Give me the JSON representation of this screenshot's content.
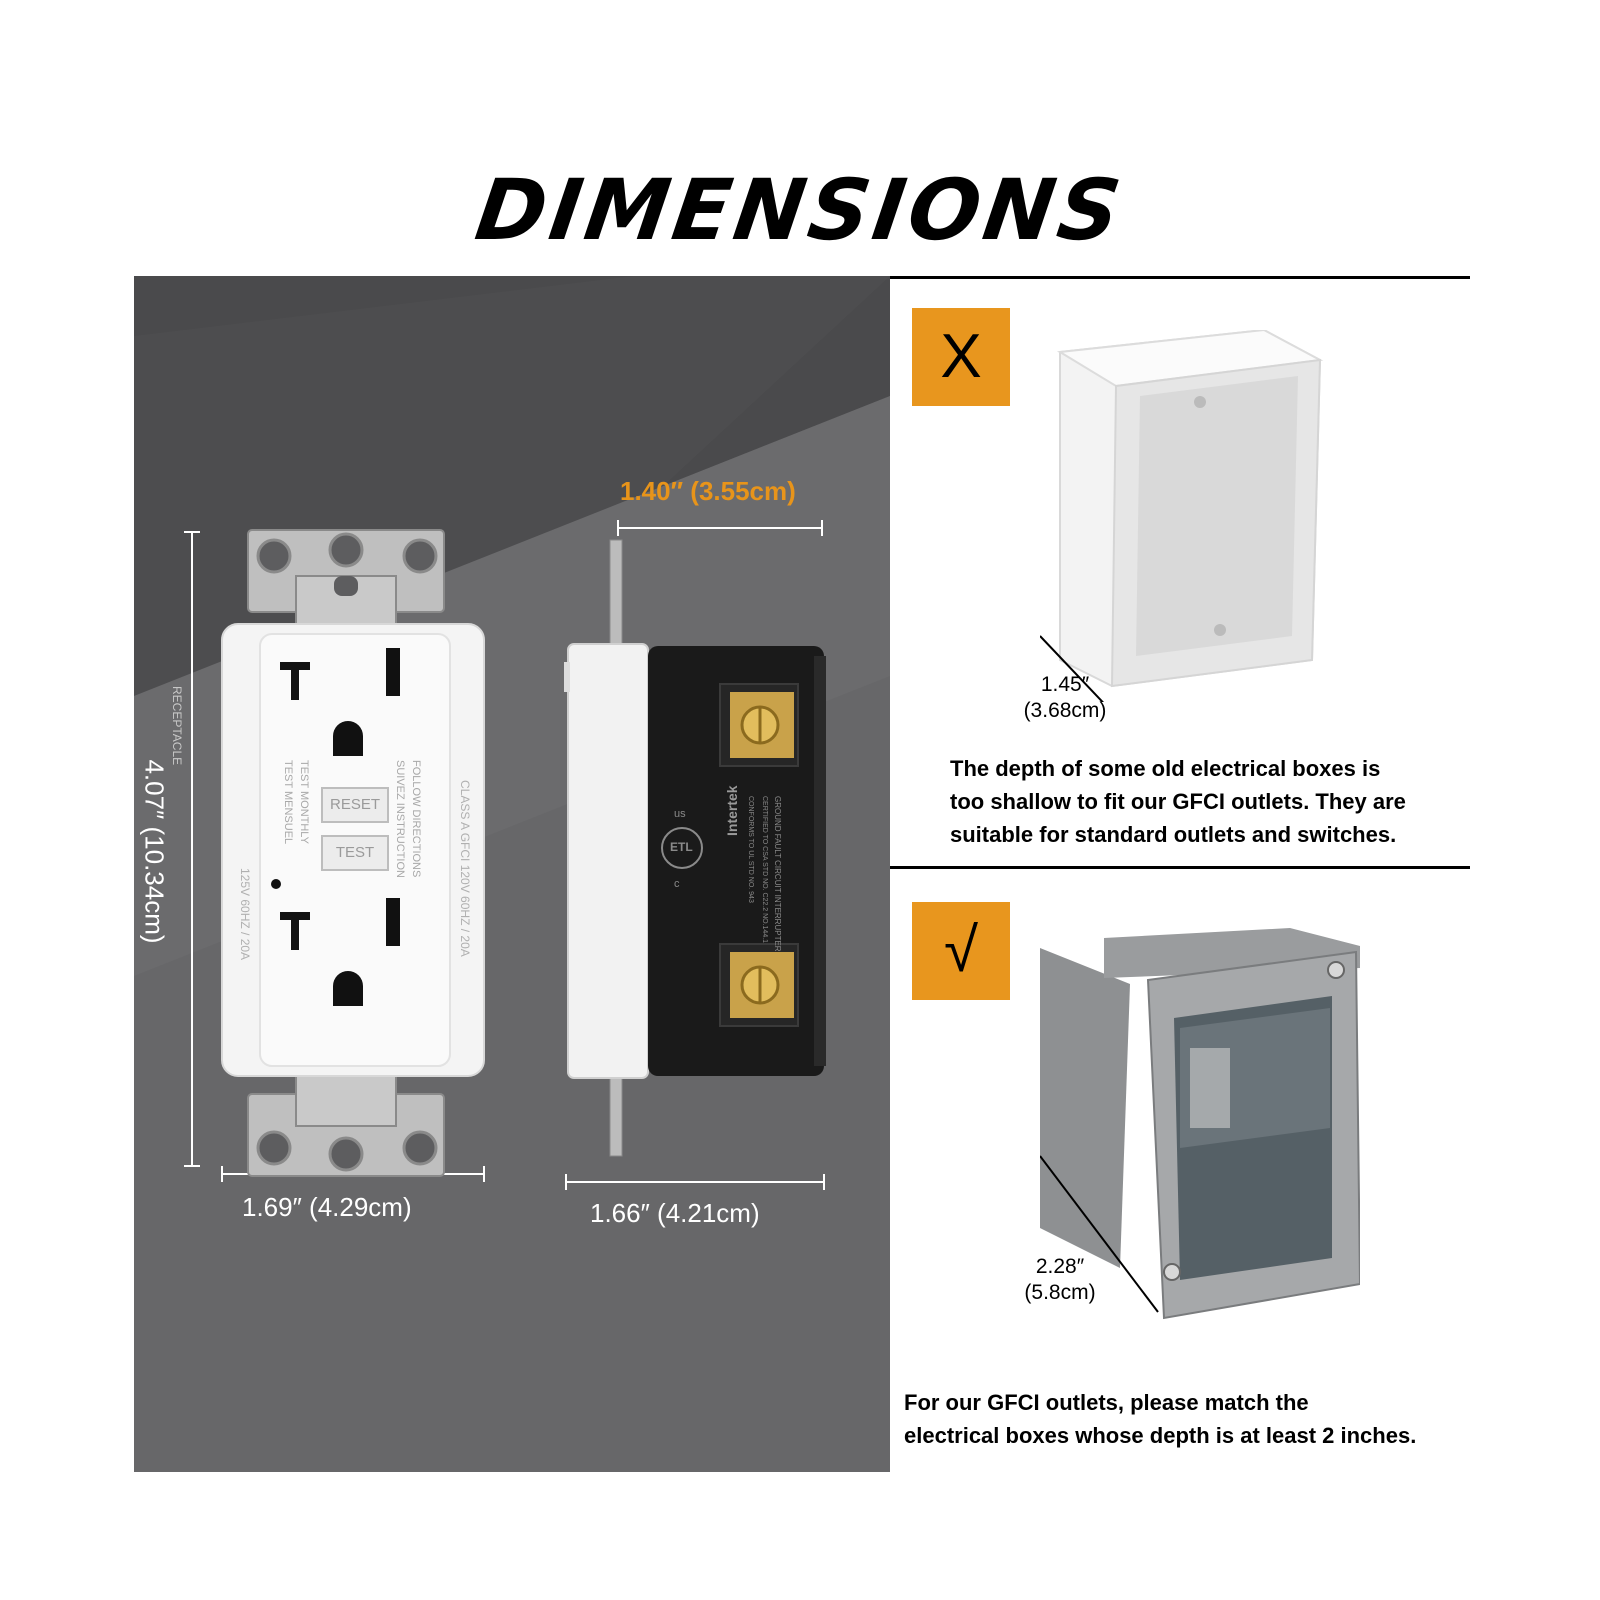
{
  "title": "DIMENSIONS",
  "left_panel": {
    "front_view": {
      "height_label": "4.07″ (10.34cm)",
      "width_label": "1.69″ (4.29cm)",
      "labels": {
        "receptacle": "RECEPTACLE",
        "reset": "RESET",
        "test": "TEST",
        "test_monthly": "TEST MONTHLY",
        "test_mensuel": "TEST MENSUEL",
        "follow_directions": "FOLLOW DIRECTIONS",
        "suivez_instruction": "SUIVEZ INSTRUCTION",
        "rating_left": "125V  60HZ / 20A",
        "rating_right": "CLASS A GFCI  120V  60HZ / 20A"
      }
    },
    "side_view": {
      "depth_label": "1.40″ (3.55cm)",
      "width_label": "1.66″ (4.21cm)",
      "labels": {
        "brand": "Intertek",
        "interrupter": "GROUND FAULT CIRCUIT INTERRUPTER",
        "cert1": "CERTIFIED TO CSA STD NO. C22.2 NO.144.1",
        "cert2": "CONFORMS TO UL STD NO. 943",
        "etl": "ETL",
        "c": "c",
        "us": "us"
      }
    }
  },
  "right_panel": {
    "bad_box": {
      "mark": "X",
      "depth_value": "1.45″",
      "depth_metric": "(3.68cm)",
      "lines": [
        "The depth of some old electrical boxes is",
        "too shallow to fit our GFCI outlets. They are",
        "suitable for standard outlets and switches."
      ]
    },
    "good_box": {
      "mark": "√",
      "depth_value": "2.28″",
      "depth_metric": "(5.8cm)",
      "lines": [
        "For our GFCI outlets, please match the",
        "electrical boxes whose depth is at least 2 inches."
      ]
    }
  },
  "colors": {
    "accent": "#e8961e",
    "panel": "#5d5d5f",
    "dim_text": "#ffffff"
  }
}
